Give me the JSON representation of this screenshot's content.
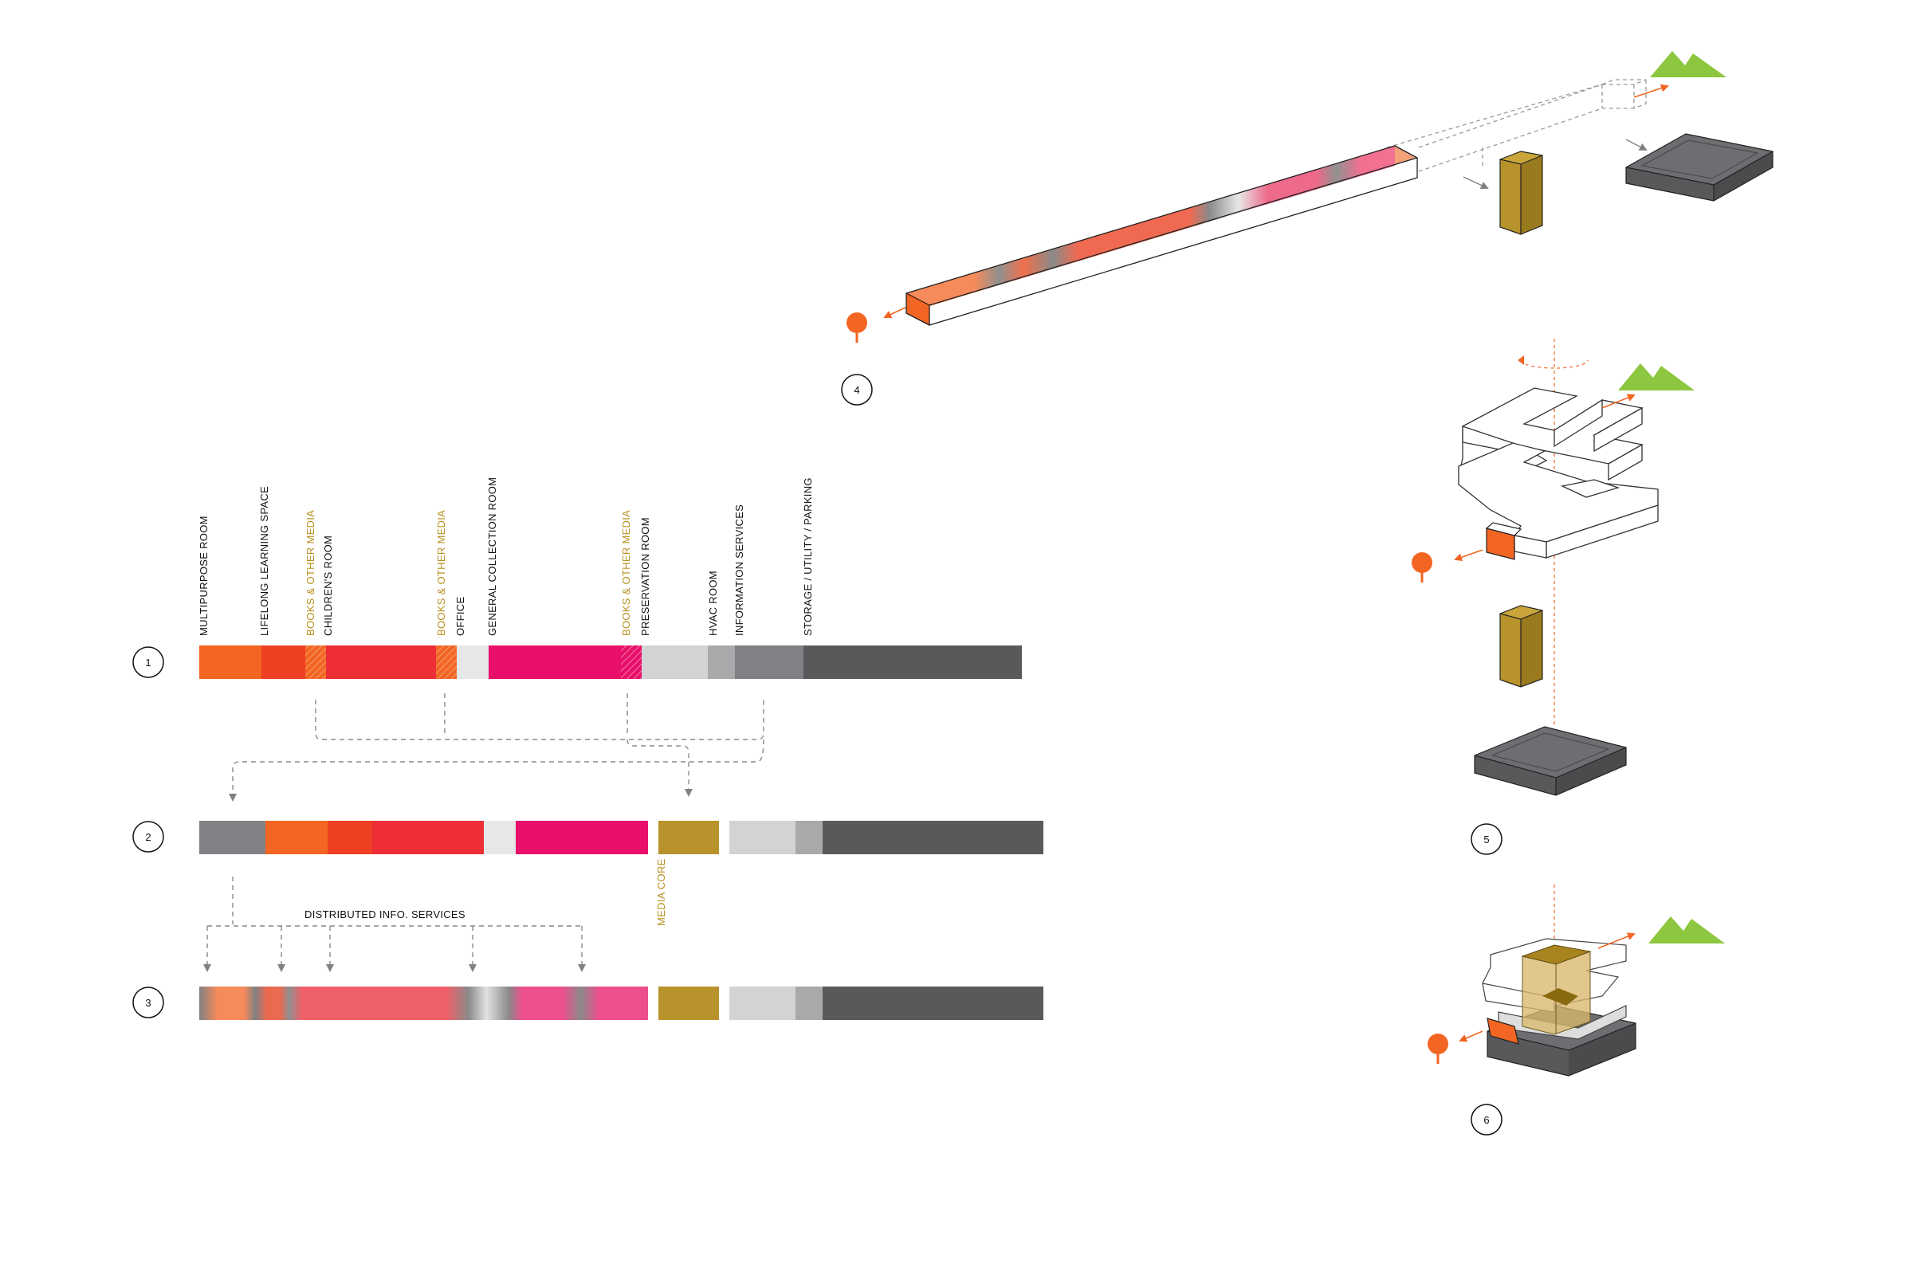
{
  "colors": {
    "orange": "#f26522",
    "red_orange": "#ee4023",
    "red": "#ee2e36",
    "magenta": "#e8106a",
    "light_gray": "#d2d3d4",
    "mid_gray": "#a7a9ab",
    "gray": "#808184",
    "dark_gray": "#58595b",
    "gold": "#b8922b",
    "green": "#8dc63f",
    "pin": "#f26522"
  },
  "steps": [
    "1",
    "2",
    "3",
    "4",
    "5",
    "6"
  ],
  "row1_labels": [
    {
      "text": "MULTIPURPOSE ROOM",
      "highlight": false
    },
    {
      "text": "LIFELONG LEARNING SPACE",
      "highlight": false
    },
    {
      "text": "BOOKS & OTHER MEDIA",
      "highlight": true
    },
    {
      "text": "CHILDREN'S ROOM",
      "highlight": false
    },
    {
      "text": "BOOKS & OTHER MEDIA",
      "highlight": true
    },
    {
      "text": "OFFICE",
      "highlight": false
    },
    {
      "text": "GENERAL COLLECTION ROOM",
      "highlight": false
    },
    {
      "text": "BOOKS & OTHER MEDIA",
      "highlight": true
    },
    {
      "text": "PRESERVATION ROOM",
      "highlight": false
    },
    {
      "text": "HVAC ROOM",
      "highlight": false
    },
    {
      "text": "INFORMATION SERVICES",
      "highlight": false
    },
    {
      "text": "STORAGE / UTILITY / PARKING",
      "highlight": false
    }
  ],
  "row2_label": "MEDIA CORE",
  "row3_label": "DISTRIBUTED INFO. SERVICES",
  "icons": [
    "location-pin-icon",
    "mountain-icon",
    "arrow-icon",
    "rotate-icon"
  ]
}
